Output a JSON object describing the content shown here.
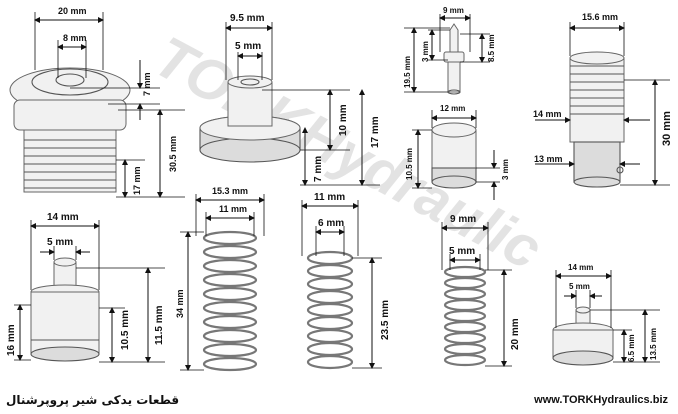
{
  "watermark": "TORKHydraulic",
  "footer": {
    "title": "قطعات یدکی شیر پروپرشنال",
    "website": "www.TORKHydraulics.biz"
  },
  "parts": [
    {
      "id": "fitting-large",
      "dims": [
        "20 mm",
        "8 mm",
        "7 mm",
        "30.5 mm",
        "17 mm"
      ]
    },
    {
      "id": "piston-flange",
      "dims": [
        "9.5 mm",
        "5 mm",
        "10 mm",
        "17 mm",
        "7 mm"
      ]
    },
    {
      "id": "pin-needle",
      "dims": [
        "9 mm",
        "3 mm",
        "19.5 mm",
        "8.5 mm"
      ]
    },
    {
      "id": "cup-cap",
      "dims": [
        "12 mm",
        "10.5 mm",
        "3 mm"
      ]
    },
    {
      "id": "threaded-plug",
      "dims": [
        "15.6 mm",
        "14 mm",
        "13 mm",
        "30 mm"
      ]
    },
    {
      "id": "spring-seat",
      "dims": [
        "14 mm",
        "5 mm",
        "16 mm",
        "10.5 mm",
        "11.5 mm"
      ]
    },
    {
      "id": "spring-1",
      "dims": [
        "15.3 mm",
        "11 mm",
        "34 mm"
      ]
    },
    {
      "id": "spring-2",
      "dims": [
        "11 mm",
        "6 mm",
        "23.5 mm"
      ]
    },
    {
      "id": "spring-3",
      "dims": [
        "9 mm",
        "5 mm",
        "20 mm"
      ]
    },
    {
      "id": "small-cap",
      "dims": [
        "14 mm",
        "5 mm",
        "6.5 mm",
        "13.5 mm"
      ]
    }
  ]
}
